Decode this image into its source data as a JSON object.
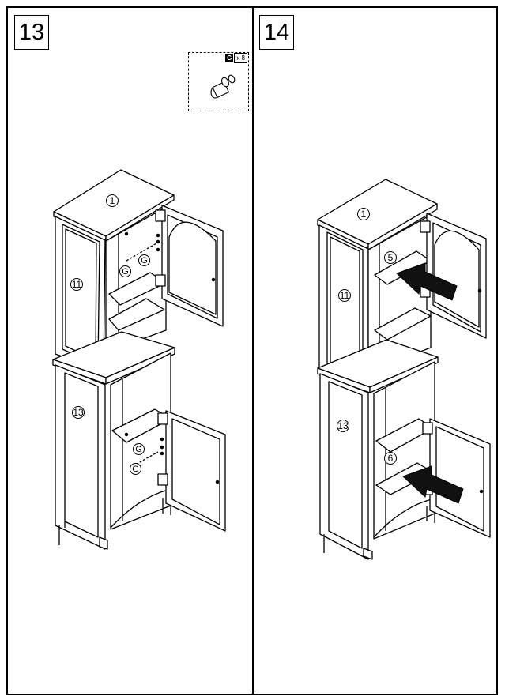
{
  "steps": [
    {
      "number": "13",
      "hardware": {
        "letter": "G",
        "count": "x 8"
      },
      "labels": {
        "top": "1",
        "side": "11",
        "lower": "13"
      },
      "hardware_tags": [
        "G",
        "G",
        "G",
        "G"
      ]
    },
    {
      "number": "14",
      "labels": {
        "top": "1",
        "side": "11",
        "lower": "13",
        "shelf_upper": "5",
        "shelf_lower": "6"
      }
    }
  ]
}
